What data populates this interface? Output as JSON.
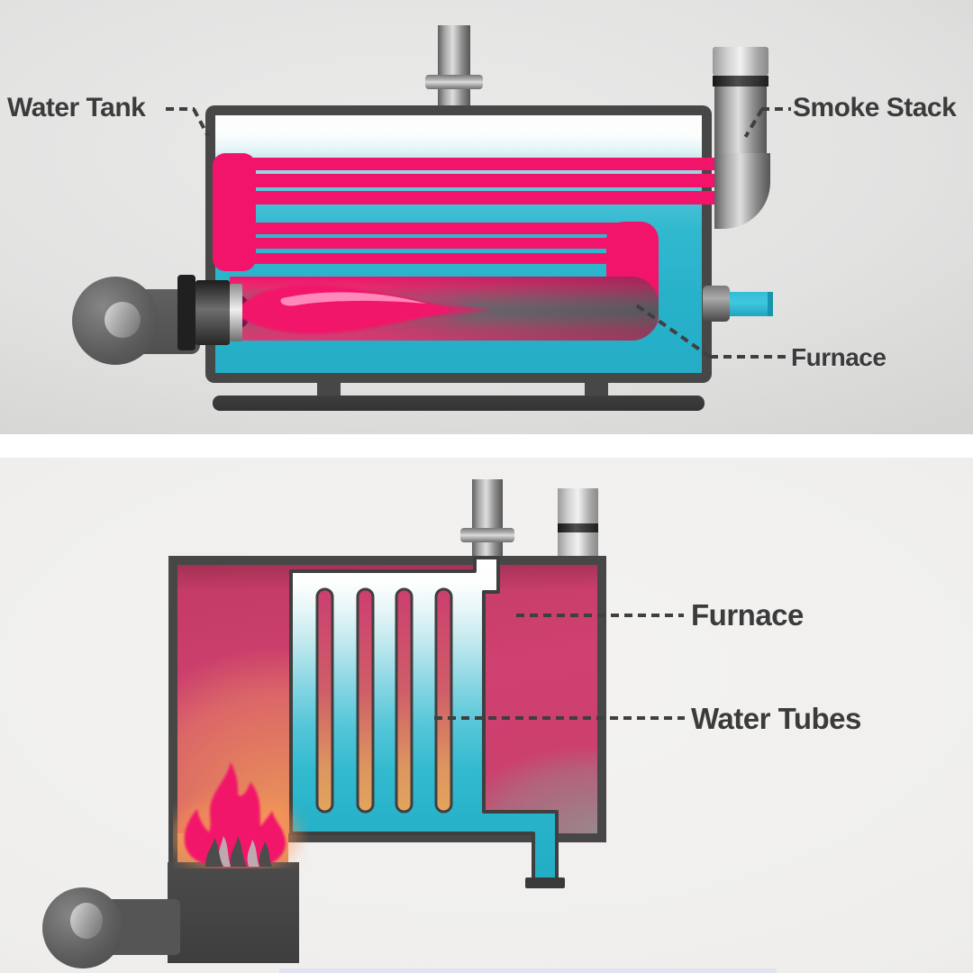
{
  "top_diagram": {
    "description": "fire-tube boiler cutaway",
    "labels": {
      "water_tank": "Water Tank",
      "smoke_stack": "Smoke Stack",
      "furnace": "Furnace"
    }
  },
  "bottom_diagram": {
    "description": "water-tube boiler cutaway",
    "labels": {
      "furnace": "Furnace",
      "water_tubes": "Water Tubes"
    }
  },
  "colors": {
    "accent_pink": "#f2146b",
    "water_teal": "#28b2ca",
    "water_light": "#d8f0f4",
    "furnace_crimson": "#cd4070",
    "flame_glow_orange": "#e9945c",
    "steel_dark": "#474747",
    "label_text": "#3b3b3b",
    "background_top": "#dedede",
    "background_bottom": "#efeeec"
  }
}
